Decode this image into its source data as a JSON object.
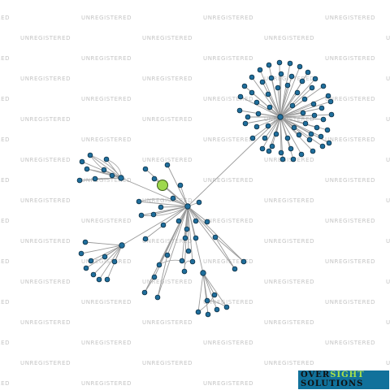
{
  "watermark": {
    "text": "UNREGISTERED"
  },
  "logo": {
    "line1_a": "OVER",
    "line1_b": "SIGHT",
    "line2": "SOLUTIONS"
  },
  "colors": {
    "node": "#1f6e9c",
    "focal_node": "#9ed84d",
    "edge": "#9a9a9a",
    "logo_bg": "#11719b",
    "watermark": "#c4c4c4"
  }
}
